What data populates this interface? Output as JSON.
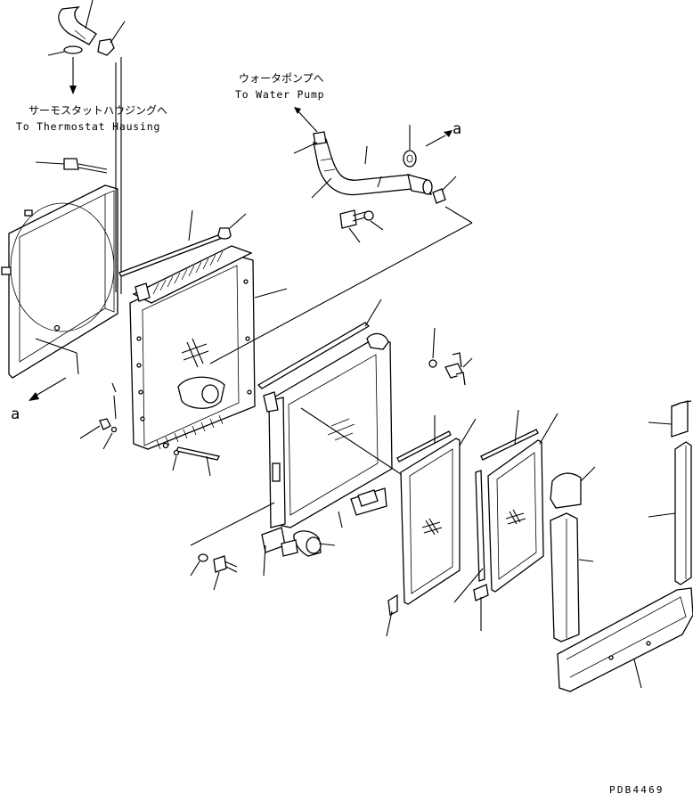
{
  "labels": {
    "thermostat_jp": "サーモスタットハウジングへ",
    "thermostat_en": "To Thermostat Hausing",
    "water_pump_jp": "ウォータポンプへ",
    "water_pump_en": "To Water Pump",
    "ref_a_top": "a",
    "ref_a_left": "a",
    "drawing_code": "PDB4469"
  }
}
